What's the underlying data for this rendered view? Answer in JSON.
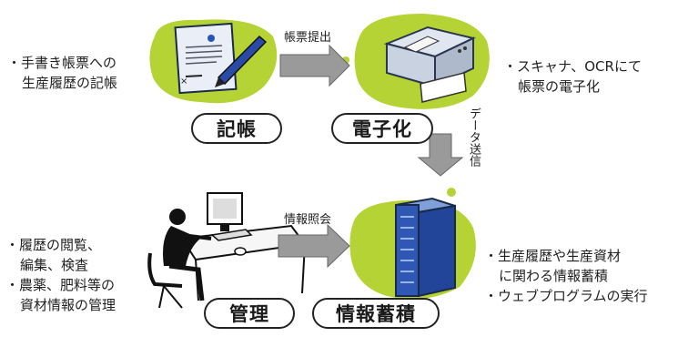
{
  "stages": {
    "write": "記帳",
    "digitize": "電子化",
    "manage": "管理",
    "store": "情報蓄積"
  },
  "arrows": {
    "submit": "帳票提出",
    "send": "データ送信",
    "query": "情報照会"
  },
  "descriptions": {
    "write": [
      "・手書き帳票への",
      "生産履歴の記帳"
    ],
    "digitize": [
      "・スキャナ、OCRにて",
      "帳票の電子化"
    ],
    "manage": [
      "・履歴の閲覧、",
      "編集、検査",
      "・農薬、肥料等の",
      "資材情報の管理"
    ],
    "store": [
      "・生産履歴や生産資材",
      "に関わる情報蓄積",
      "・ウェブプログラムの実行"
    ]
  },
  "colors": {
    "blob_green": "#b5d334",
    "arrow_gray": "#9a9a9a"
  },
  "icons": {
    "write": "form-and-pen-icon",
    "digitize": "scanner-printer-icon",
    "manage": "person-at-computer-icon",
    "store": "server-rack-icon"
  }
}
